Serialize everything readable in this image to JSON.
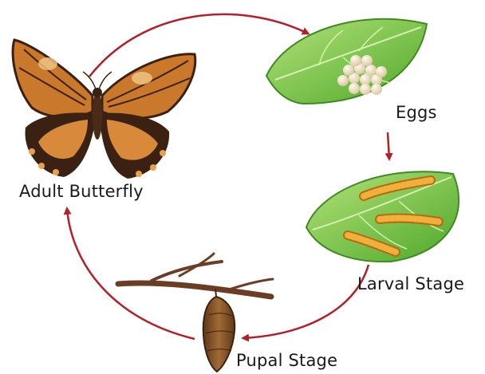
{
  "stages": [
    {
      "key": "adult",
      "label": "Adult Butterfly",
      "icon": "butterfly-icon"
    },
    {
      "key": "eggs",
      "label": "Eggs",
      "icon": "eggs-on-leaf-icon"
    },
    {
      "key": "larval",
      "label": "Larval Stage",
      "icon": "caterpillars-on-leaf-icon"
    },
    {
      "key": "pupal",
      "label": "Pupal Stage",
      "icon": "chrysalis-on-branch-icon"
    }
  ],
  "colors": {
    "arrow": "#b3202a",
    "leaf": "#6cbf3a",
    "leaf_light": "#a8dd70",
    "wing_orange": "#c9782c",
    "wing_dark": "#3b2112",
    "egg": "#f4e9cf",
    "larva": "#e39a1e",
    "branch": "#6a3d24",
    "chrysalis": "#8a5a2e"
  }
}
